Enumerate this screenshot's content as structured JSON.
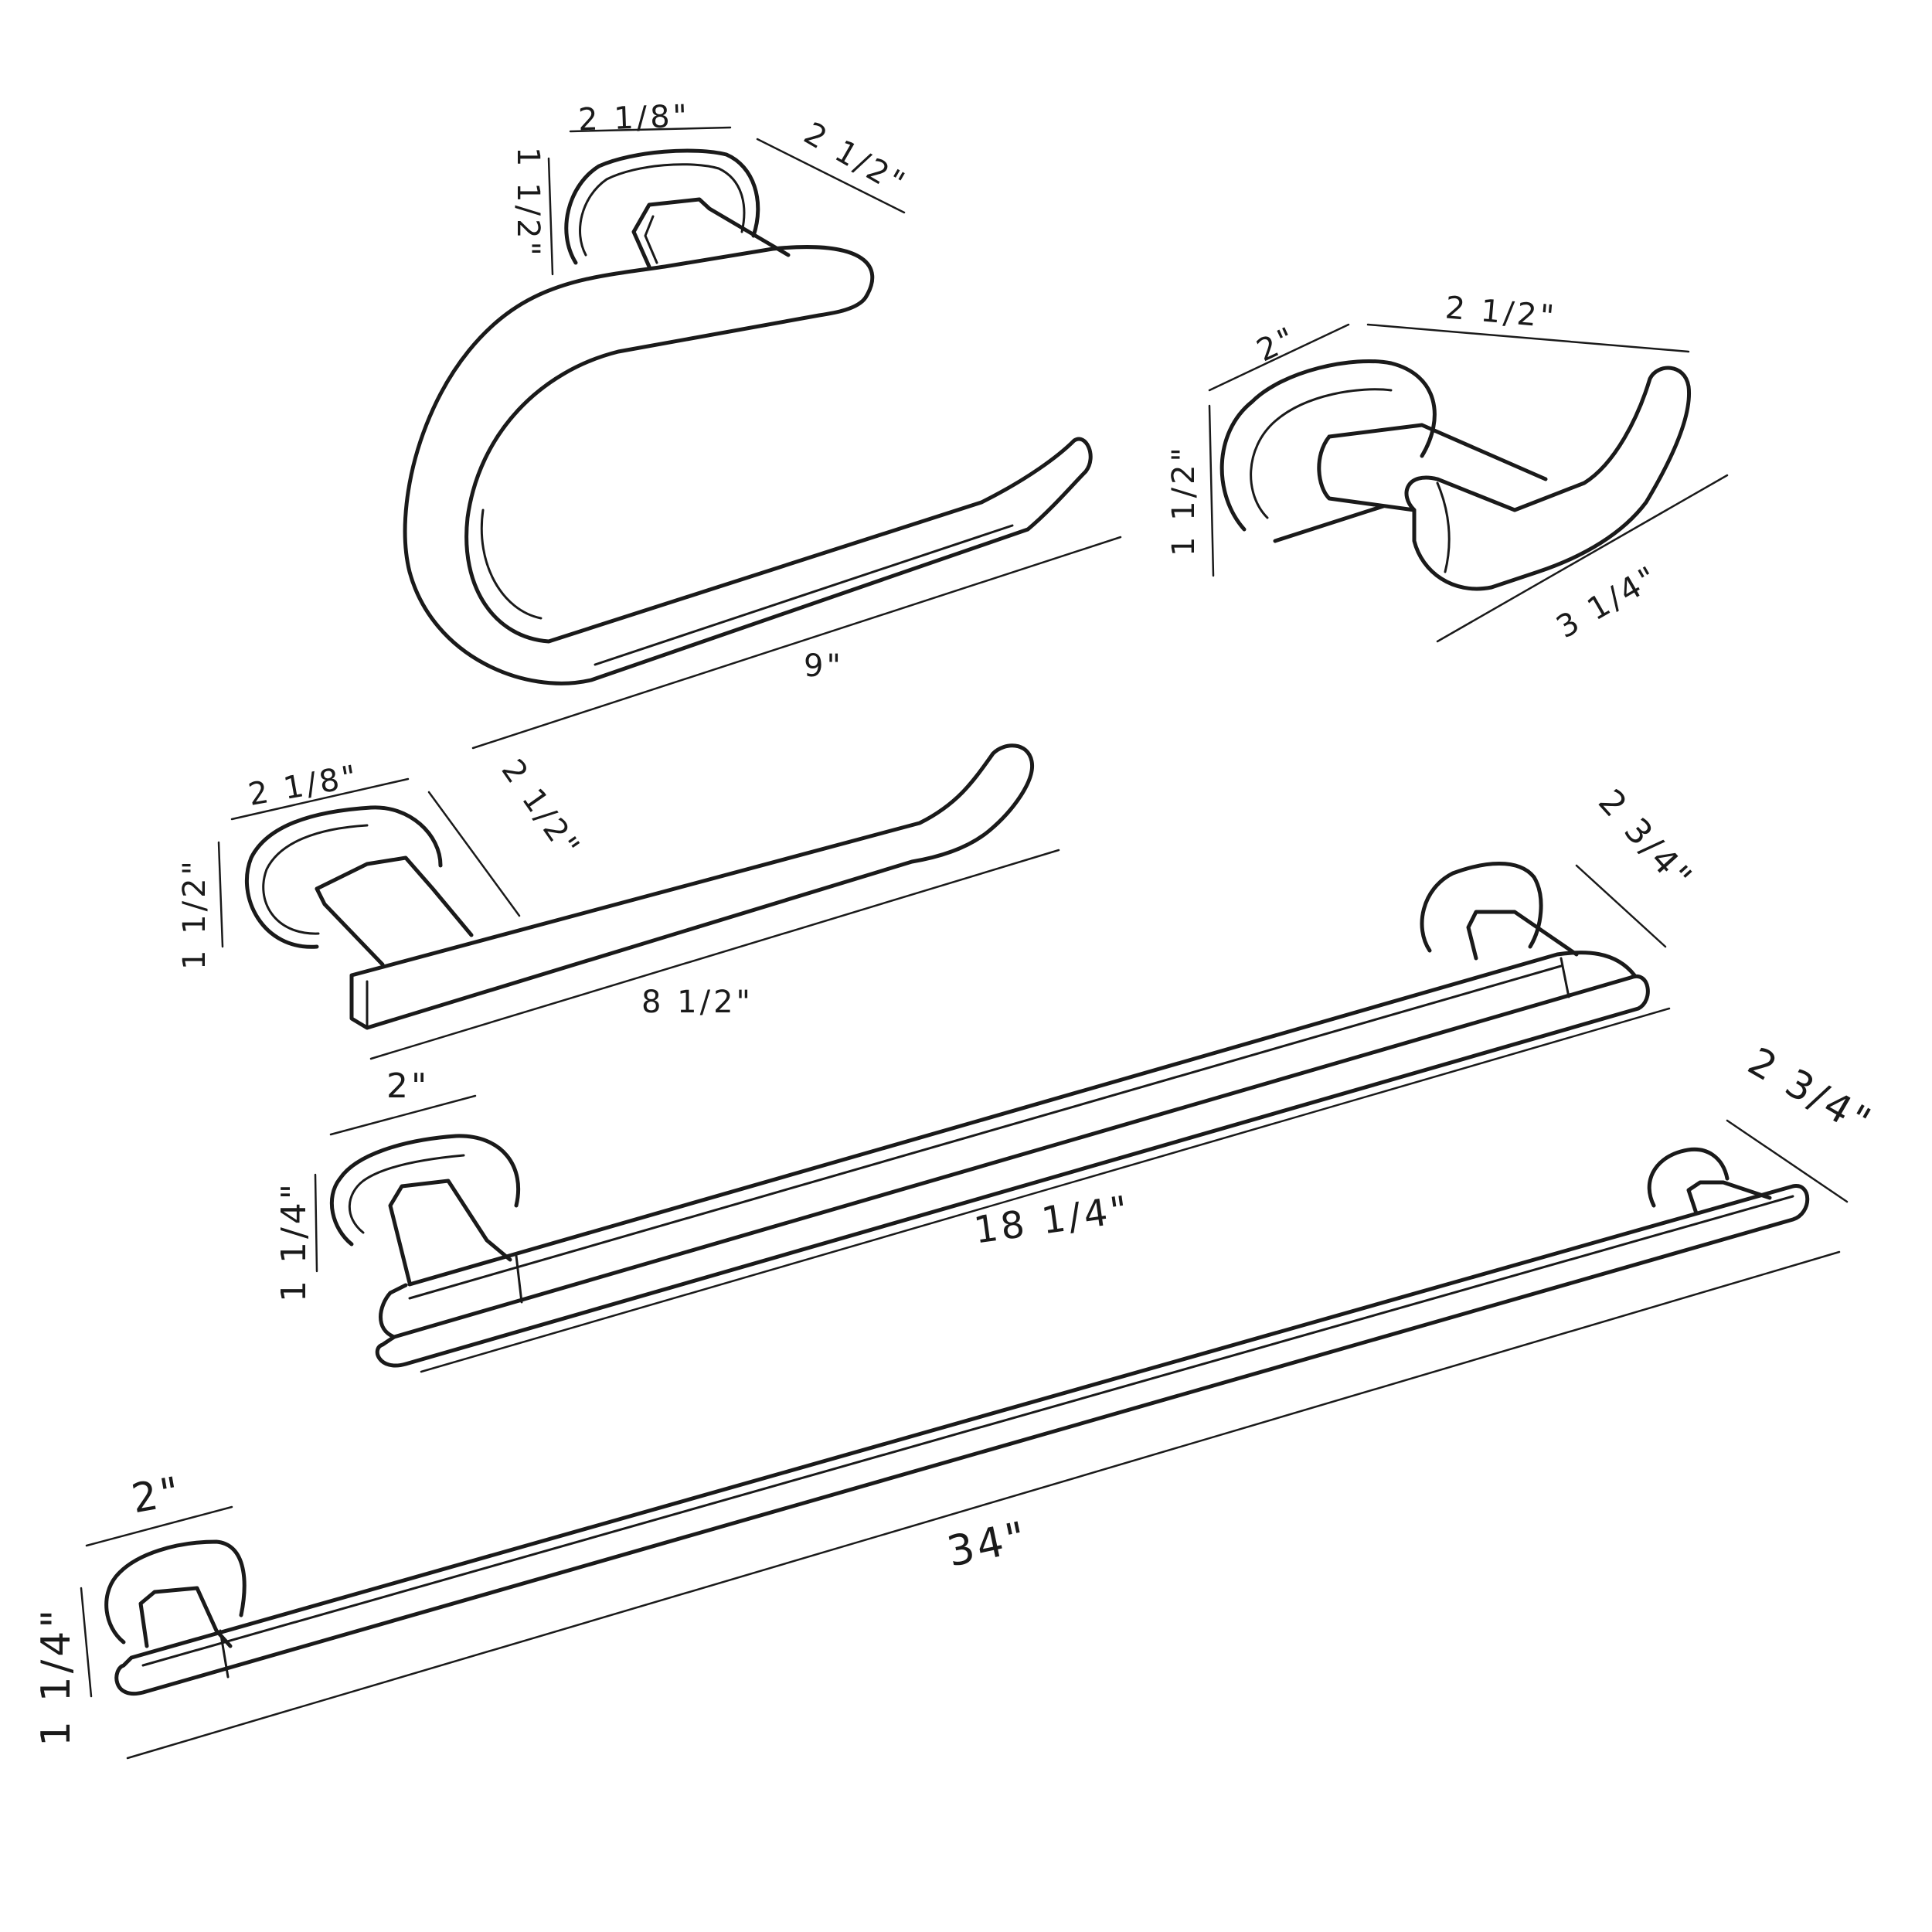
{
  "colors": {
    "line": "#1a1a1a",
    "background": "#ffffff"
  },
  "items": {
    "paper_holder_large": {
      "base_width": "2 1/8\"",
      "base_depth": "2 1/2\"",
      "base_height": "1 1/2\"",
      "arm_length": "9\""
    },
    "robe_hook": {
      "base_width": "2\"",
      "hook_width": "2 1/2\"",
      "base_height": "1 1/2\"",
      "projection": "3 1/4\""
    },
    "paper_holder_small": {
      "base_width": "2 1/8\"",
      "base_depth": "2 1/2\"",
      "base_height": "1 1/2\"",
      "arm_length": "8 1/2\""
    },
    "towel_bar_18": {
      "base_width": "2\"",
      "base_height": "1 1/4\"",
      "projection": "2 3/4\"",
      "bar_length": "18 1/4\""
    },
    "towel_bar_34": {
      "base_width": "2\"",
      "base_height": "1 1/4\"",
      "projection": "2 3/4\"",
      "bar_length": "34\""
    }
  }
}
